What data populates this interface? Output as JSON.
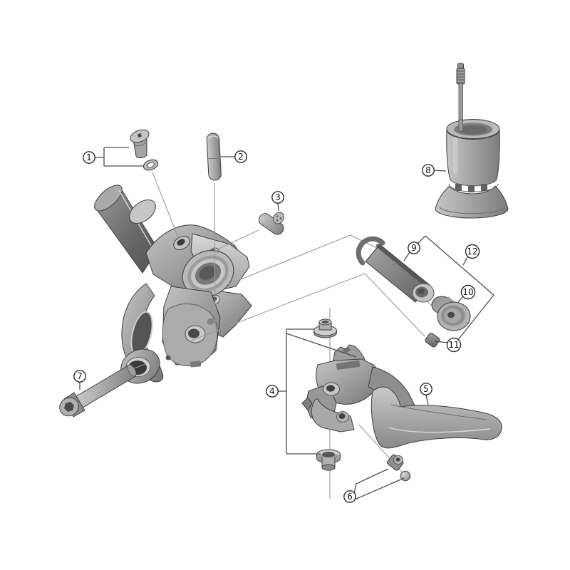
{
  "diagram": {
    "type": "exploded-parts-diagram",
    "subject": "hydraulic brake lever assembly",
    "callouts": [
      {
        "num": "1"
      },
      {
        "num": "2"
      },
      {
        "num": "3"
      },
      {
        "num": "4"
      },
      {
        "num": "5"
      },
      {
        "num": "6"
      },
      {
        "num": "7"
      },
      {
        "num": "8"
      },
      {
        "num": "9"
      },
      {
        "num": "10"
      },
      {
        "num": "11"
      },
      {
        "num": "12"
      }
    ],
    "colors": {
      "background": "#ffffff",
      "outline": "#3f3f3f",
      "leader_dark": "#4d4d4d",
      "leader_light": "#9b9b9b",
      "metal_light": "#cfcfcf",
      "metal_mid": "#a2a2a2",
      "metal_dark": "#6b6b6b",
      "callout_stroke": "#2e2e2e",
      "callout_fill": "#ffffff",
      "callout_text": "#111111"
    }
  }
}
